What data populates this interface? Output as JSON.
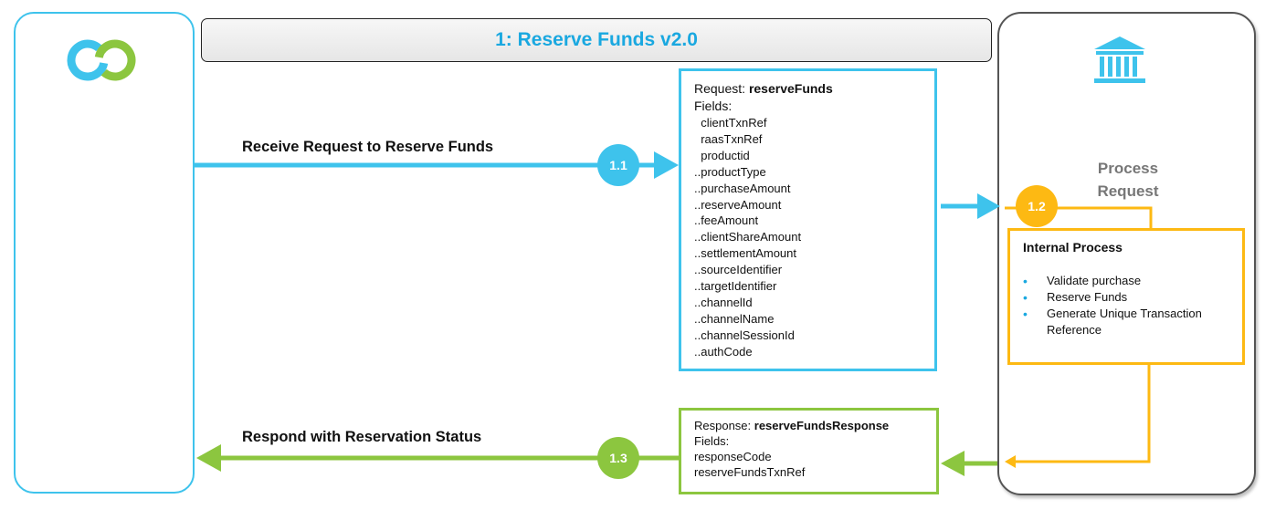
{
  "title": "1: Reserve Funds v2.0",
  "flows": {
    "request_label": "Receive Request to Reserve Funds",
    "response_label": "Respond with Reservation Status"
  },
  "steps": [
    {
      "label": "1.1",
      "color": "#3ec3ec"
    },
    {
      "label": "1.2",
      "color": "#fdb913"
    },
    {
      "label": "1.3",
      "color": "#8cc63f"
    }
  ],
  "request": {
    "prefix": "Request: ",
    "name": "reserveFunds",
    "fields_label": "Fields:",
    "fields": [
      "  clientTxnRef",
      "  raasTxnRef",
      "  productid",
      "..productType",
      "..purchaseAmount",
      "..reserveAmount",
      "..feeAmount",
      "..clientShareAmount",
      "..settlementAmount",
      "..sourceIdentifier",
      "..targetIdentifier",
      "..channelId",
      "..channelName",
      "..channelSessionId",
      "..authCode"
    ]
  },
  "response": {
    "prefix": "Response: ",
    "name": "reserveFundsResponse",
    "fields_label": "Fields:",
    "fields": [
      "responseCode",
      "reserveFundsTxnRef"
    ]
  },
  "process": {
    "label_line1": "Process",
    "label_line2": "Request",
    "internal_title": "Internal Process",
    "items": [
      "Validate purchase",
      "Reserve Funds",
      "Generate Unique Transaction Reference"
    ]
  },
  "icons": {
    "client_logo": "link-logo-icon",
    "bank": "bank-icon"
  },
  "colors": {
    "blue": "#3ec3ec",
    "green": "#8cc63f",
    "yellow": "#fdb913"
  }
}
